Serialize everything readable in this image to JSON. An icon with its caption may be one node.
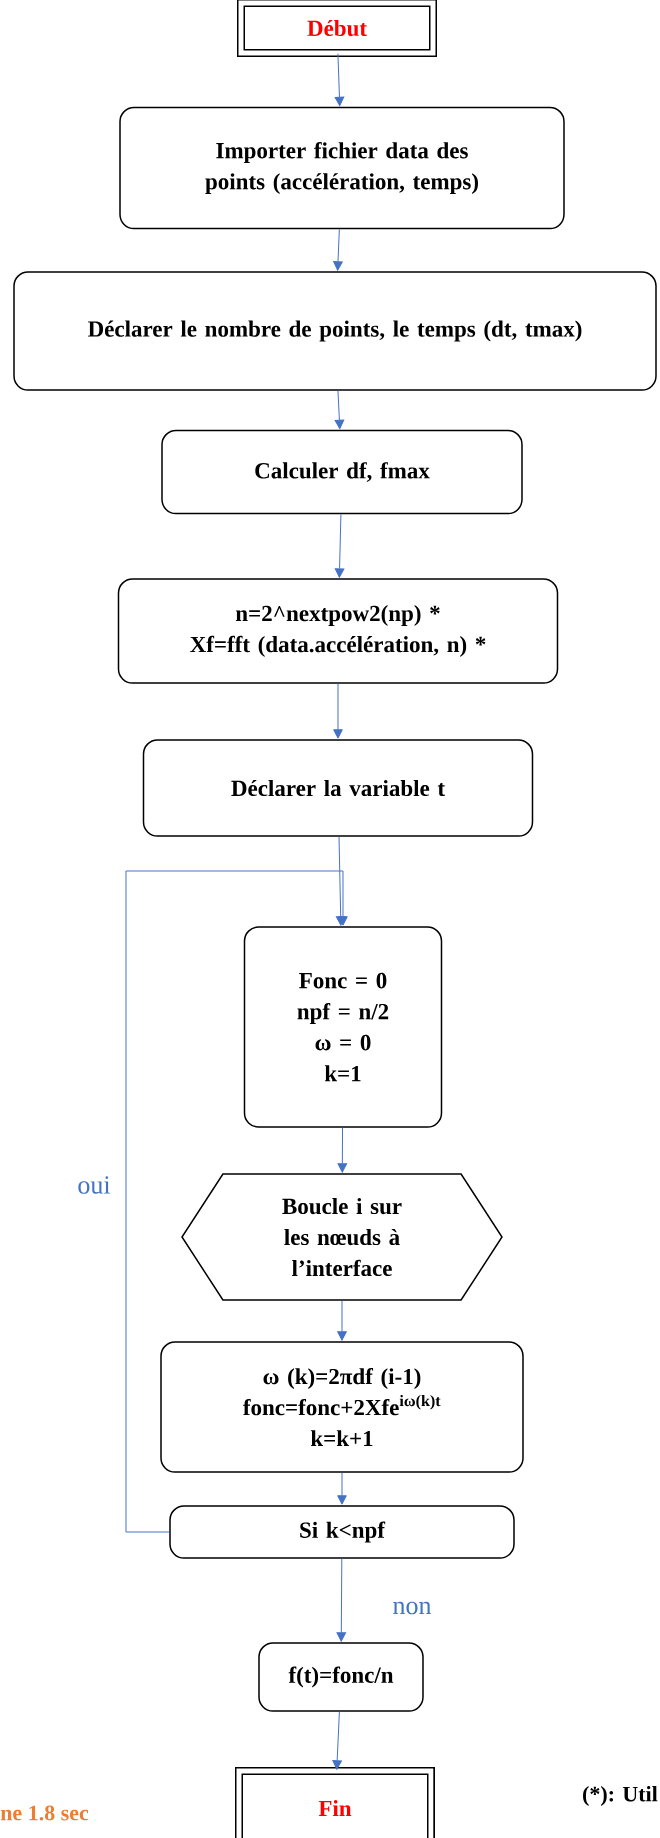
{
  "diagram": {
    "nodes": [
      {
        "text": [
          "Début"
        ]
      },
      {
        "text": [
          "Importer fichier data des points (accélération, temps)"
        ]
      },
      {
        "text": [
          "Déclarer le nombre de points, le temps (dt, tmax)"
        ]
      },
      {
        "text": [
          "Calculer df, fmax"
        ]
      },
      {
        "text": [
          "n=2^nextpow2(np) *",
          "Xf=fft (data.accélération, n) *"
        ]
      },
      {
        "text": [
          "Déclarer la variable t"
        ]
      },
      {
        "text": [
          "Fonc = 0",
          "npf = n/2",
          "ω = 0",
          "k=1"
        ]
      },
      {
        "text": [
          "Boucle i sur les nœuds à l’interface"
        ]
      },
      {
        "text": [
          "ω (k)=2πdf (i-1)",
          "fonc=fonc+2Xfe$^{iω(k)t}$",
          "k=k+1"
        ]
      },
      {
        "text": [
          "Si k<npf"
        ]
      },
      {
        "text": [
          "f(t)=fonc/n"
        ]
      },
      {
        "text": [
          "Fin"
        ]
      }
    ],
    "edges": [
      {
        "from": 0,
        "to": 1,
        "arrow": "to"
      },
      {
        "from": 1,
        "to": 2,
        "arrow": "to"
      },
      {
        "from": 2,
        "to": 3,
        "arrow": "to"
      },
      {
        "from": 3,
        "to": 4,
        "arrow": "to"
      },
      {
        "from": 4,
        "to": 5,
        "arrow": "to"
      },
      {
        "from": 5,
        "to": 6,
        "arrow": "to"
      },
      {
        "from": 6,
        "to": 7,
        "arrow": "to"
      },
      {
        "from": 7,
        "to": 8,
        "arrow": "to"
      },
      {
        "from": 8,
        "to": 9,
        "arrow": "to"
      },
      {
        "from": 9,
        "to": 6,
        "arrow": "to",
        "label": "oui"
      },
      {
        "from": 9,
        "to": 10,
        "arrow": "to",
        "label": "non"
      },
      {
        "from": 10,
        "to": 11,
        "arrow": "to"
      }
    ],
    "labels": [
      "ne 1.8 sec",
      "(*): Util"
    ]
  }
}
